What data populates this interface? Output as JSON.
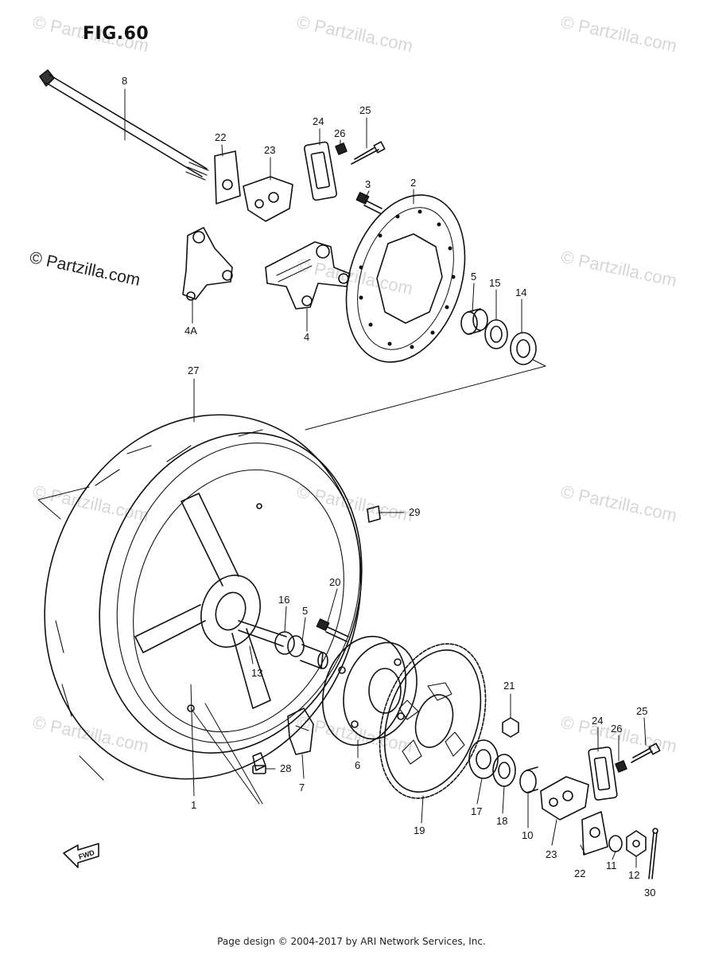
{
  "figure": {
    "title": "FIG.60"
  },
  "watermarks": {
    "light": "© Partzilla.com",
    "dark": "© Partzilla.com"
  },
  "fwd_label": "FWD",
  "footer": {
    "text": "Page design © 2004-2017 by ARI Network Services, Inc."
  },
  "callouts": {
    "c1": "1",
    "c2": "2",
    "c3": "3",
    "c4": "4",
    "c4a": "4A",
    "c5a": "5",
    "c5b": "5",
    "c6": "6",
    "c7": "7",
    "c8": "8",
    "c10": "10",
    "c11": "11",
    "c12": "12",
    "c13": "13",
    "c14": "14",
    "c15": "15",
    "c16": "16",
    "c17": "17",
    "c18": "18",
    "c19": "19",
    "c20": "20",
    "c21": "21",
    "c22a": "22",
    "c22b": "22",
    "c23a": "23",
    "c23b": "23",
    "c24a": "24",
    "c24b": "24",
    "c25a": "25",
    "c25b": "25",
    "c26a": "26",
    "c26b": "26",
    "c27": "27",
    "c28": "28",
    "c29": "29",
    "c30": "30"
  }
}
